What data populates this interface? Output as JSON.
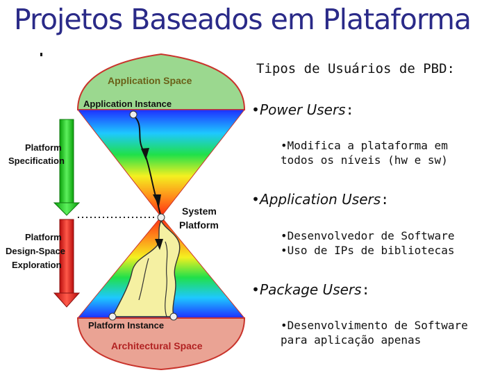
{
  "page": {
    "title": "Projetos Baseados em Plataforma",
    "title_mark": "."
  },
  "diagram": {
    "application_space": "Application Space",
    "application_instance": "Application Instance",
    "platform_specification_line1": "Platform",
    "platform_specification_line2": "Specification",
    "system_platform_line1": "System",
    "system_platform_line2": "Platform",
    "design_space_line1": "Platform",
    "design_space_line2": "Design-Space",
    "design_space_line3": "Exploration",
    "platform_instance": "Platform Instance",
    "architectural_space": "Architectural Space",
    "colors": {
      "top_cap": "#9bd88f",
      "bottom_cap": "#eaa394",
      "cap_border": "#c9342c",
      "arrow_green": "#2fcf2f",
      "arrow_red": "#ee2a1f",
      "path_fill": "#f5f0a2",
      "title": "#2a2a88"
    }
  },
  "text": {
    "heading": "Tipos de Usuários de PBD:",
    "bullet": "•",
    "power_users": "Power Users",
    "application_users": "Application Users",
    "package_users": "Package Users",
    "colon": ":",
    "power_sub_line1": "•Modifica a plataforma em",
    "power_sub_line2": "todos os níveis (hw e sw)",
    "app_sub_line1": "•Desenvolvedor de Software",
    "app_sub_line2": "•Uso de IPs de bibliotecas",
    "pkg_sub_line1": "•Desenvolvimento de Software",
    "pkg_sub_line2": "para aplicação apenas"
  }
}
